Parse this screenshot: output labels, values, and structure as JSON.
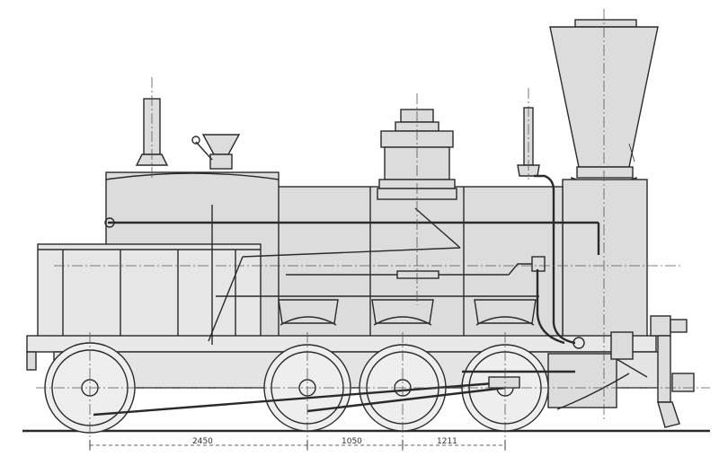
{
  "drawing": {
    "colors": {
      "paper": "#ffffff",
      "ink": "#2a2a2a",
      "fill": "#dcdcdc",
      "center_line": "#555555"
    },
    "dimensions": [
      {
        "label": "2450"
      },
      {
        "label": "1050"
      },
      {
        "label": "1211"
      }
    ]
  }
}
